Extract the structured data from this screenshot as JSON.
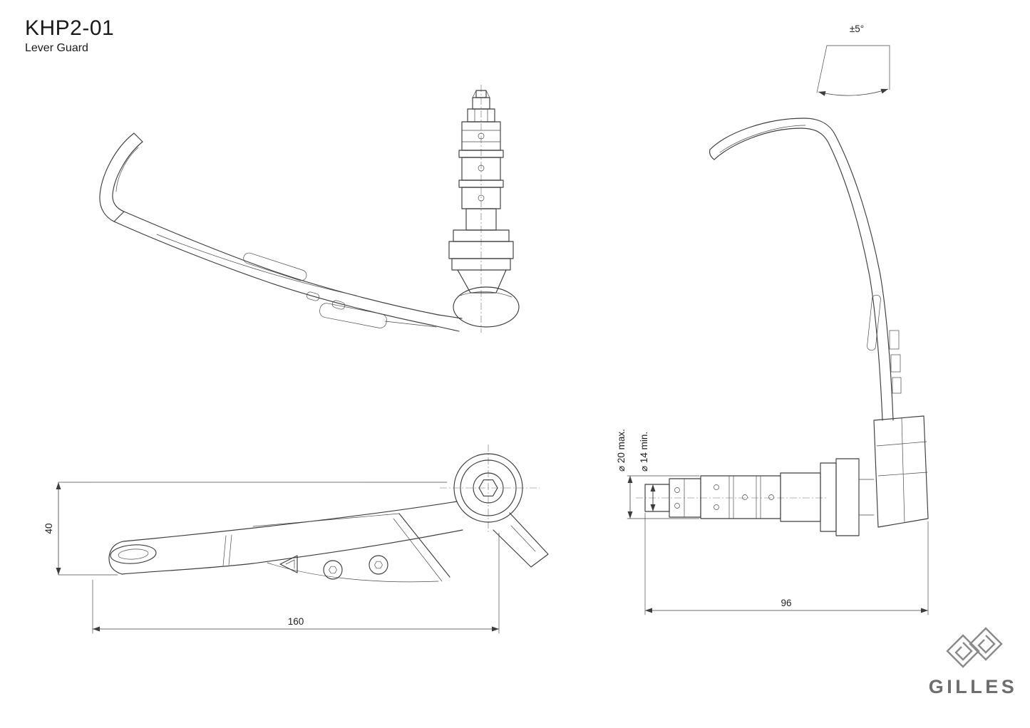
{
  "header": {
    "title": "KHP2-01",
    "subtitle": "Lever Guard"
  },
  "dimensions": {
    "angle_tolerance": "±5°",
    "lever_height_mm": "40",
    "lever_length_mm": "160",
    "clamp_max_diameter": "⌀ 20 max.",
    "clamp_min_diameter": "⌀ 14 min.",
    "bar_insert_length_mm": "96"
  },
  "logo": {
    "wordmark": "GILLES"
  }
}
